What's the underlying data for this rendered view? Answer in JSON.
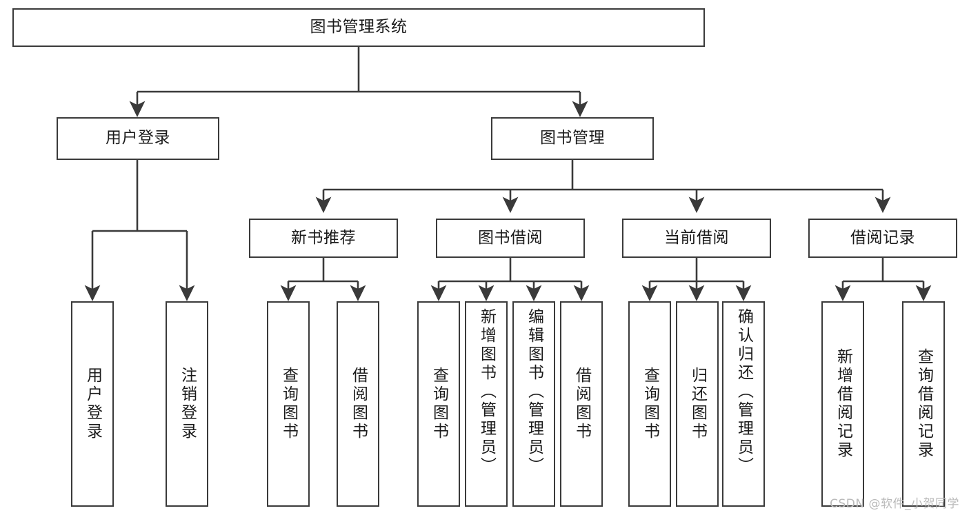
{
  "diagram": {
    "title": "图书管理系统",
    "type": "tree",
    "watermark": "CSDN @软件_小贺同学",
    "colors": {
      "box_border": "#3a3a3a",
      "box_fill": "#ffffff",
      "edge": "#3a3a3a",
      "text": "#1b1b1b",
      "watermark": "#b9b9b9"
    },
    "nodes": {
      "root": {
        "label": "图书管理系统"
      },
      "level2": [
        {
          "id": "user-login",
          "label": "用户登录"
        },
        {
          "id": "book-manage",
          "label": "图书管理"
        }
      ],
      "level3": [
        {
          "id": "new-book-rec",
          "label": "新书推荐"
        },
        {
          "id": "book-borrow",
          "label": "图书借阅"
        },
        {
          "id": "current-borrow",
          "label": "当前借阅"
        },
        {
          "id": "borrow-record",
          "label": "借阅记录"
        }
      ],
      "leaves": {
        "user-login": [
          {
            "id": "leaf-user-login",
            "label": "用户登录"
          },
          {
            "id": "leaf-logout",
            "label": "注销登录"
          }
        ],
        "new-book-rec": [
          {
            "id": "leaf-query-book-1",
            "label": "查询图书"
          },
          {
            "id": "leaf-borrow-book-1",
            "label": "借阅图书"
          }
        ],
        "book-borrow": [
          {
            "id": "leaf-query-book-2",
            "label": "查询图书"
          },
          {
            "id": "leaf-add-book",
            "label": "新增图书（管理员）"
          },
          {
            "id": "leaf-edit-book",
            "label": "编辑图书（管理员）"
          },
          {
            "id": "leaf-borrow-book-2",
            "label": "借阅图书"
          }
        ],
        "current-borrow": [
          {
            "id": "leaf-query-book-3",
            "label": "查询图书"
          },
          {
            "id": "leaf-return-book",
            "label": "归还图书"
          },
          {
            "id": "leaf-confirm-return",
            "label": "确认归还（管理员）"
          }
        ],
        "borrow-record": [
          {
            "id": "leaf-add-record",
            "label": "新增借阅记录"
          },
          {
            "id": "leaf-query-record",
            "label": "查询借阅记录"
          }
        ]
      }
    }
  }
}
